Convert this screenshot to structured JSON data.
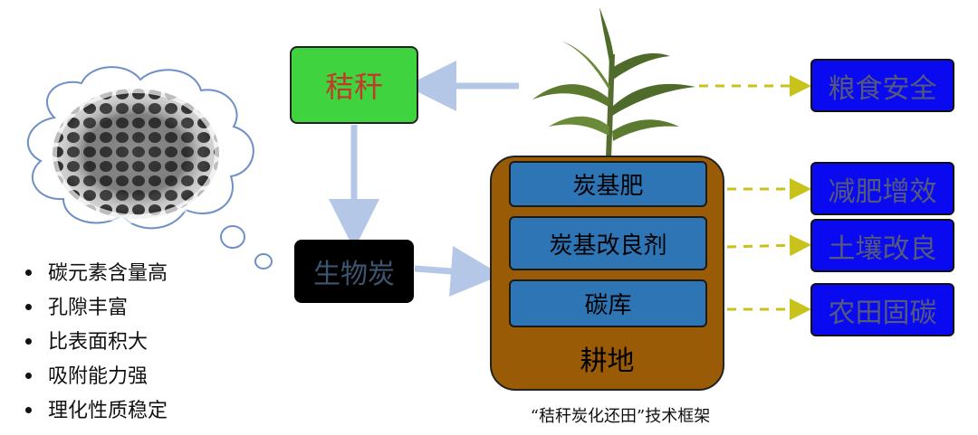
{
  "diagram": {
    "caption": "“秸秆炭化还田”技术框架",
    "nodes": {
      "straw": "秸秆",
      "biochar": "生物炭",
      "farmland": "耕地",
      "farmland_items": [
        "炭基肥",
        "炭基改良剂",
        "碳库"
      ],
      "outcomes": [
        "粮食安全",
        "减肥增效",
        "土壤改良",
        "农田固碳"
      ]
    },
    "properties": [
      "碳元素含量高",
      "孔隙丰富",
      "比表面积大",
      "吸附能力强",
      "理化性质稳定"
    ]
  },
  "colors": {
    "straw_fill": "#3fd43f",
    "straw_text": "#c0392b",
    "biochar_fill": "#000000",
    "farmland_fill": "#9a5b06",
    "inner_fill": "#2e75b6",
    "outcome_fill": "#0a0af0",
    "arrow_solid": "#b4c7e7",
    "arrow_dashed": "#c9c21a"
  },
  "icons": {
    "corn_plant": "corn-plant-icon",
    "micrograph": "biochar-micrograph-image",
    "thought_cloud": "thought-cloud-icon"
  }
}
